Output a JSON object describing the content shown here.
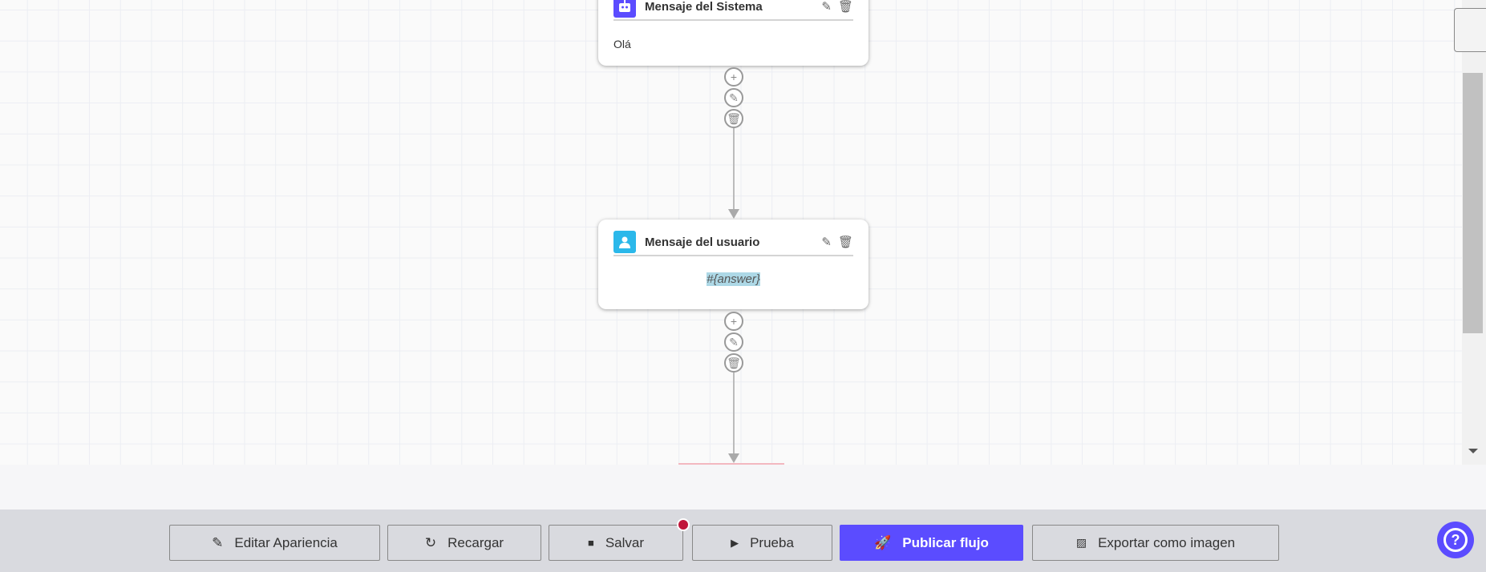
{
  "nodes": [
    {
      "title": "Mensaje del Sistema",
      "body": "Olá",
      "icon": "robot-icon",
      "color": "#5b4cff"
    },
    {
      "title": "Mensaje del usuario",
      "body": "#{answer}",
      "icon": "user-icon",
      "color": "#2bb8ea"
    }
  ],
  "toolbar": {
    "edit": "Editar Apariencia",
    "reload": "Recargar",
    "save": "Salvar",
    "test": "Prueba",
    "publish": "Publicar flujo",
    "export": "Exportar como imagen"
  },
  "colors": {
    "primary": "#5b4cff",
    "unsaved_dot": "#c0163a"
  }
}
